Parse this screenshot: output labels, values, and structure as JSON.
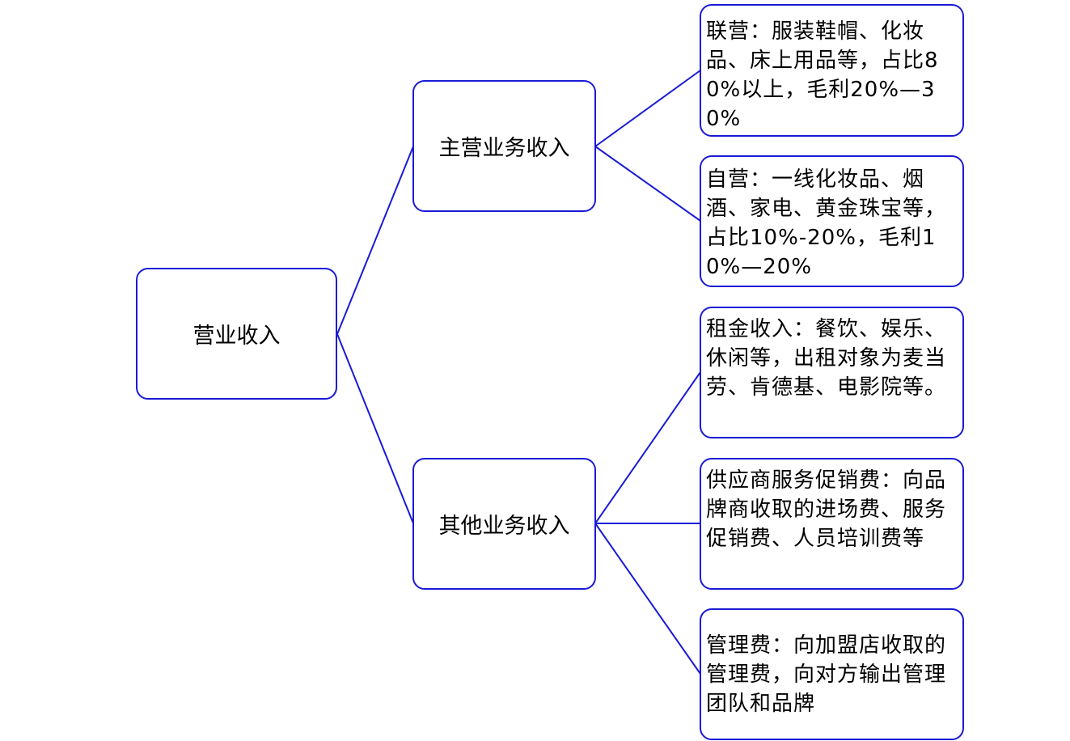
{
  "diagram": {
    "root": {
      "label": "营业收入"
    },
    "branches": [
      {
        "label": "主营业务收入"
      },
      {
        "label": "其他业务收入"
      }
    ],
    "leaves": [
      {
        "text": "联营：服装鞋帽、化妆品、床上用品等，占比80%以上，毛利20%—30%"
      },
      {
        "text": "自营：一线化妆品、烟酒、家电、黄金珠宝等，占比10%-20%，毛利10%—20%"
      },
      {
        "text": "租金收入：餐饮、娱乐、休闲等，出租对象为麦当劳、肯德基、电影院等。"
      },
      {
        "text": "供应商服务促销费：向品牌商收取的进场费、服务促销费、人员培训费等"
      },
      {
        "text": "管理费：向加盟店收取的管理费，向对方输出管理团队和品牌"
      }
    ],
    "colors": {
      "border": "#1a1ad6",
      "line": "#1a1ad6",
      "text": "#000000"
    }
  }
}
